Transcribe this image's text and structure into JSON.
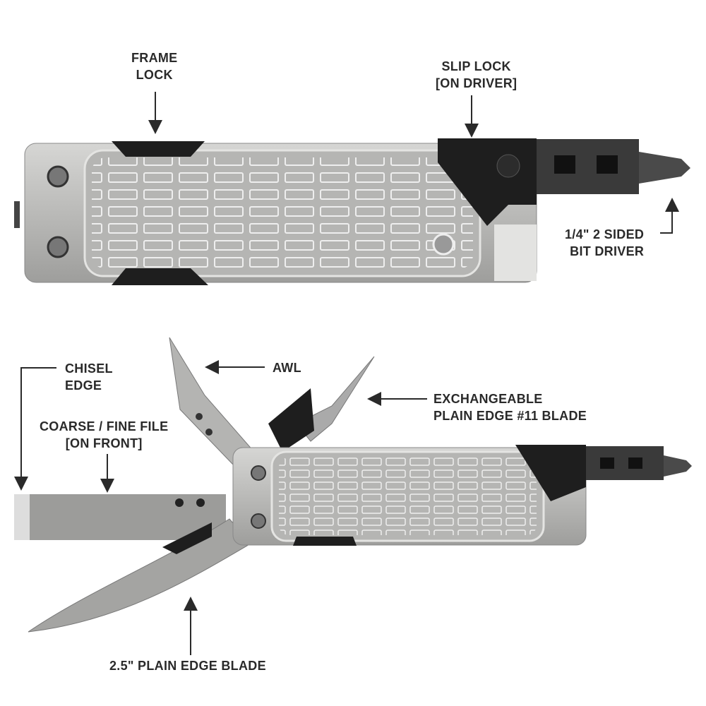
{
  "labels": {
    "frame_lock": [
      "FRAME",
      "LOCK"
    ],
    "slip_lock": [
      "SLIP LOCK",
      "[ON DRIVER]"
    ],
    "bit_driver": [
      "1/4\" 2 SIDED",
      "BIT DRIVER"
    ],
    "chisel_edge": [
      "CHISEL",
      "EDGE"
    ],
    "awl": "AWL",
    "exchangeable_blade": [
      "EXCHANGEABLE",
      "PLAIN EDGE #11 BLADE"
    ],
    "file": [
      "COARSE / FINE FILE",
      "[ON FRONT]"
    ],
    "plain_blade": "2.5\" PLAIN EDGE BLADE"
  },
  "colors": {
    "text": "#2a2a2a",
    "handle": "#b9b9b7",
    "dark": "#1e1e1e",
    "blade": "#9a9a98"
  }
}
